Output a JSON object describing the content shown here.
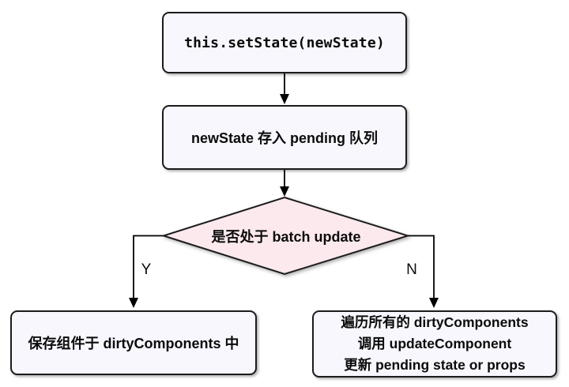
{
  "nodes": {
    "set_state": {
      "label": "this.setState(newState)"
    },
    "pending_queue": {
      "label": "newState 存入 pending 队列"
    },
    "decision": {
      "label": "是否处于 batch update"
    },
    "save_dirty": {
      "label": "保存组件于 dirtyComponents 中"
    },
    "process_dirty": {
      "lines": [
        "遍历所有的 dirtyComponents",
        "调用 updateComponent",
        "更新 pending state or props"
      ]
    }
  },
  "edges": {
    "yes_label": "Y",
    "no_label": "N"
  },
  "colors": {
    "node_fill": "#f7f7fd",
    "decision_fill": "#fce9ed",
    "border": "#1c1c1c",
    "arrow": "#000000",
    "background": "#ffffff"
  }
}
